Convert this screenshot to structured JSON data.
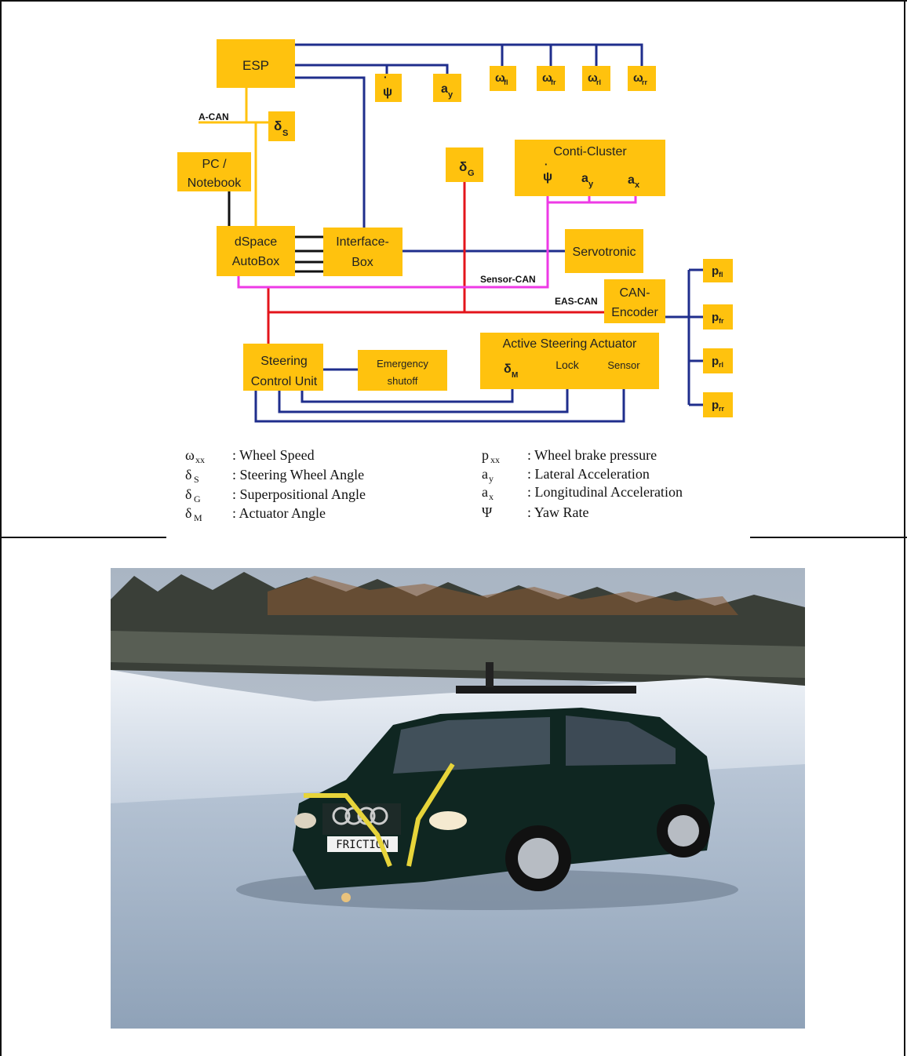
{
  "diagram": {
    "boxes": {
      "esp": "ESP",
      "psi_dot": "ψ",
      "a_y": "a",
      "a_y_sub": "y",
      "w_fl": "ω",
      "w_fl_sub": "fl",
      "w_fr": "ω",
      "w_fr_sub": "fr",
      "w_rl": "ω",
      "w_rl_sub": "rl",
      "w_rr": "ω",
      "w_rr_sub": "rr",
      "delta_s": "δ",
      "delta_s_sub": "S",
      "pc_line1": "PC /",
      "pc_line2": "Notebook",
      "delta_g": "δ",
      "delta_g_sub": "G",
      "conti_title": "Conti-Cluster",
      "conti_psi": "ψ",
      "conti_ay": "a",
      "conti_ay_sub": "y",
      "conti_ax": "a",
      "conti_ax_sub": "x",
      "dspace_line1": "dSpace",
      "dspace_line2": "AutoBox",
      "interface_line1": "Interface-",
      "interface_line2": "Box",
      "servotronic": "Servotronic",
      "can_line1": "CAN-",
      "can_line2": "Encoder",
      "p_fl": "p",
      "p_fl_sub": "fl",
      "p_fr": "p",
      "p_fr_sub": "fr",
      "p_rl": "p",
      "p_rl_sub": "rl",
      "p_rr": "p",
      "p_rr_sub": "rr",
      "steering_line1": "Steering",
      "steering_line2": "Control Unit",
      "emergency_line1": "Emergency",
      "emergency_line2": "shutoff",
      "actuator_title": "Active Steering Actuator",
      "actuator_delta": "δ",
      "actuator_delta_sub": "M",
      "actuator_lock": "Lock",
      "actuator_sensor": "Sensor"
    },
    "bus_labels": {
      "a_can": "A-CAN",
      "sensor_can": "Sensor-CAN",
      "eas_can": "EAS-CAN"
    },
    "colors": {
      "box_fill": "#FFC20E",
      "blue_line": "#1F2E8C",
      "red_line": "#E3141B",
      "magenta_line": "#EE3AE6",
      "yellow_line": "#FFC20E",
      "black_line": "#111111"
    }
  },
  "legend": {
    "left": [
      {
        "symbol": "ω",
        "sub": "xx",
        "desc": ": Wheel Speed"
      },
      {
        "symbol": "δ",
        "sub": "S",
        "desc": ": Steering Wheel Angle"
      },
      {
        "symbol": "δ",
        "sub": "G",
        "desc": ": Superpositional Angle"
      },
      {
        "symbol": "δ",
        "sub": "M",
        "desc": ": Actuator Angle"
      }
    ],
    "right": [
      {
        "symbol": "p",
        "sub": "xx",
        "desc": ": Wheel brake pressure"
      },
      {
        "symbol": "a",
        "sub": "y",
        "desc": ": Lateral Acceleration"
      },
      {
        "symbol": "a",
        "sub": "x",
        "desc": ": Longitudinal Acceleration"
      },
      {
        "symbol": "Ψ",
        "sub": "",
        "desc": ": Yaw Rate"
      }
    ]
  },
  "photo": {
    "plate_text": "FRICTION"
  }
}
